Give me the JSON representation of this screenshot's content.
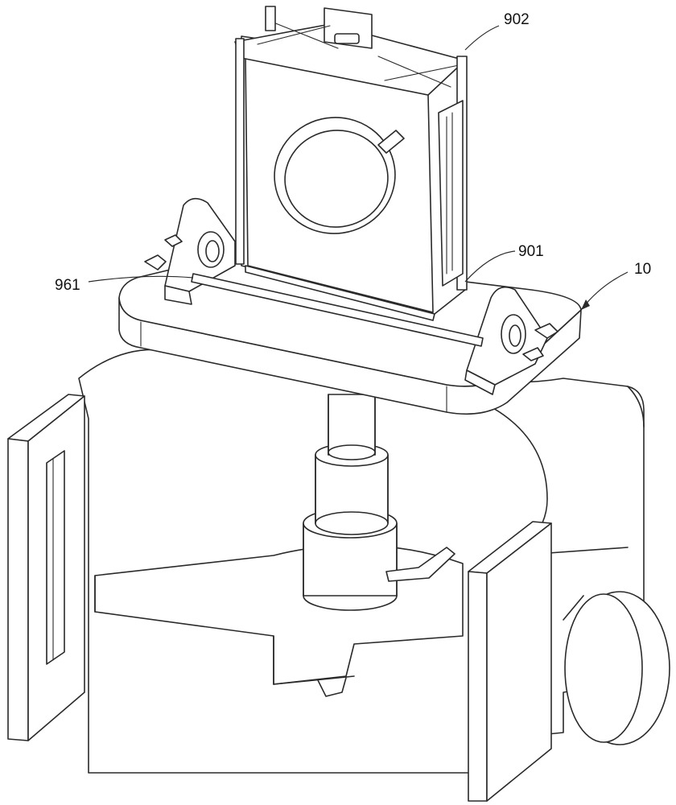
{
  "callouts": {
    "c902": "902",
    "c901": "901",
    "c961": "961",
    "c10": "10"
  }
}
